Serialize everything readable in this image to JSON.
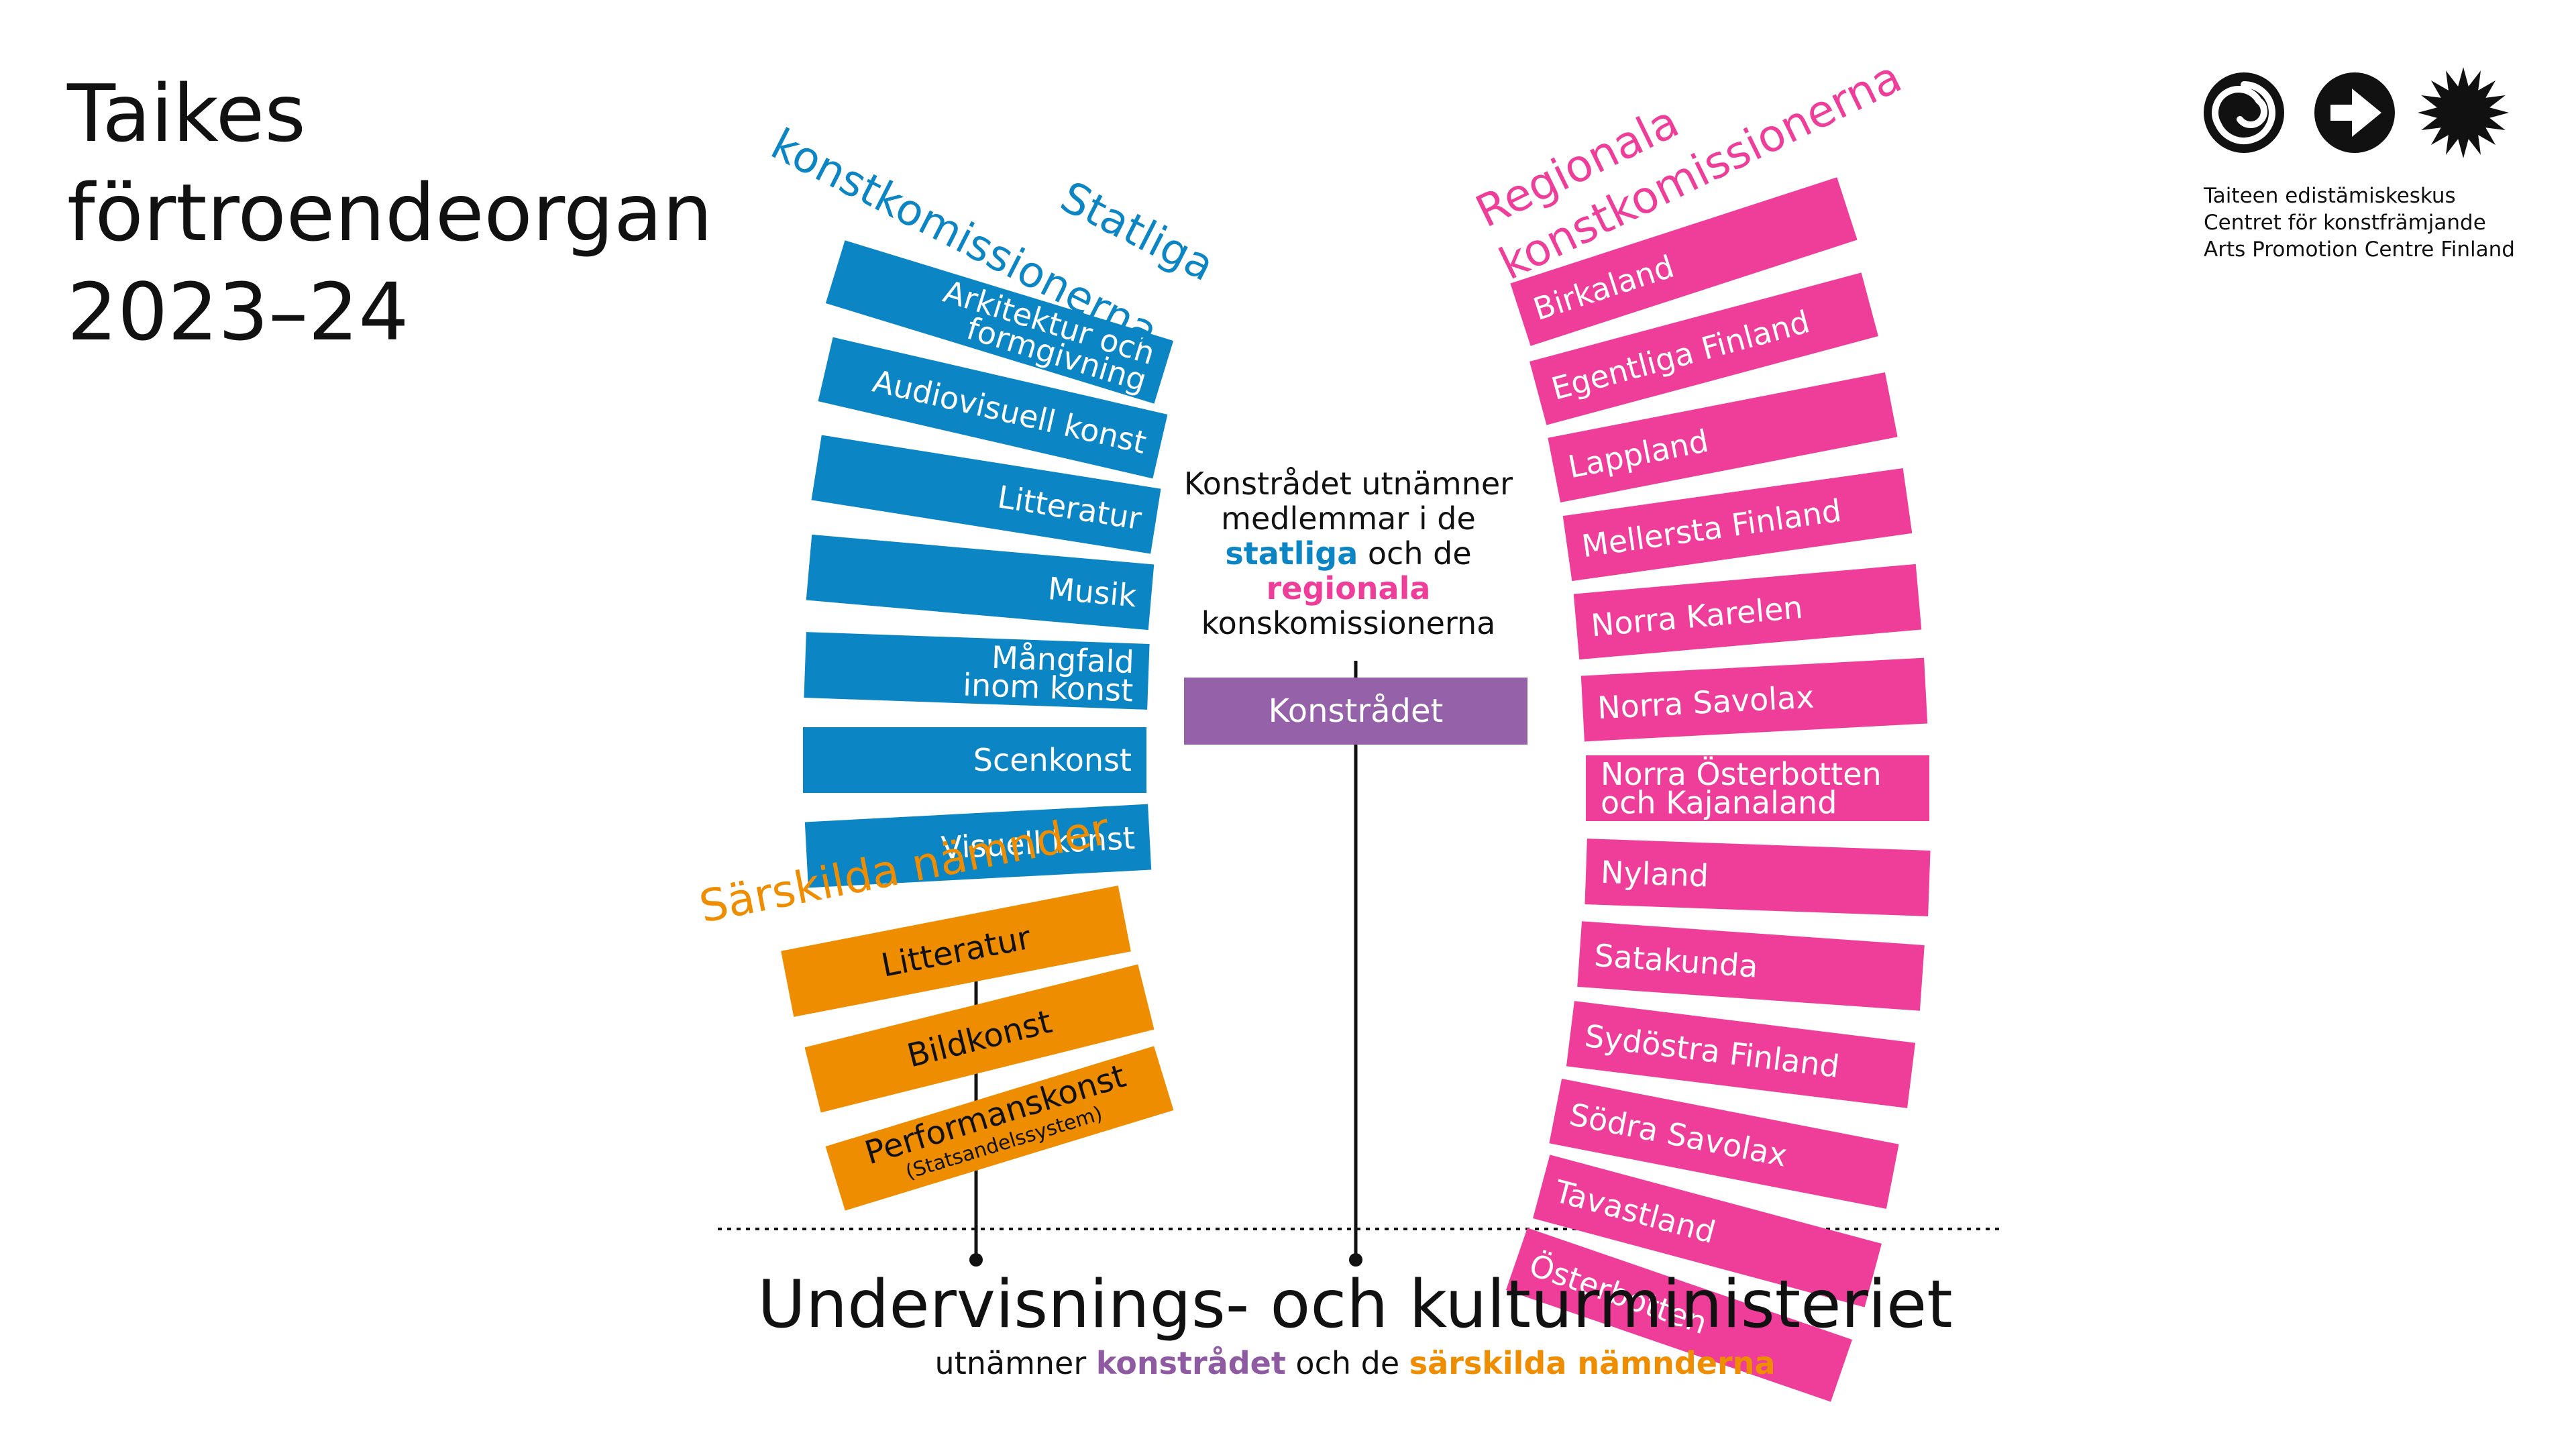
{
  "title": {
    "line1": "Taikes",
    "line2": "förtroendeorgan",
    "line3": "2023–24"
  },
  "logo": {
    "icons": [
      "spiral-icon",
      "arrow-circle-icon",
      "sun-icon"
    ],
    "line1": "Taiteen edistämiskeskus",
    "line2": "Centret för konstfrämjande",
    "line3": "Arts Promotion Centre Finland"
  },
  "statliga": {
    "heading1": "Statliga",
    "heading2": "konstkomissionerna",
    "items": [
      [
        "Arkitektur och",
        "formgivning"
      ],
      [
        "Audiovisuell konst"
      ],
      [
        "Litteratur"
      ],
      [
        "Musik"
      ],
      [
        "Mångfald",
        "inom konst"
      ],
      [
        "Scenkonst"
      ],
      [
        "Visuell konst"
      ]
    ]
  },
  "sarskilda": {
    "heading": "Särskilda nämnder",
    "items": [
      [
        "Litteratur"
      ],
      [
        "Bildkonst"
      ],
      [
        "Performanskonst",
        "(Statsandelssystem)"
      ]
    ]
  },
  "regionala": {
    "heading1": "Regionala",
    "heading2": "konstkomissionerna",
    "items": [
      [
        "Birkaland"
      ],
      [
        "Egentliga Finland"
      ],
      [
        "Lappland"
      ],
      [
        "Mellersta Finland"
      ],
      [
        "Norra Karelen"
      ],
      [
        "Norra Savolax"
      ],
      [
        "Norra Österbotten",
        "och Kajanaland"
      ],
      [
        "Nyland"
      ],
      [
        "Satakunda"
      ],
      [
        "Sydöstra Finland"
      ],
      [
        "Södra Savolax"
      ],
      [
        "Tavastland"
      ],
      [
        "Österbotten"
      ]
    ]
  },
  "konstradet": {
    "desc_line1": "Konstrådet utnämner",
    "desc_line2": "medlemmar i de",
    "desc_blue": "statliga",
    "desc_mid": " och de",
    "desc_pink": "regionala",
    "desc_line5": "konskomissionerna",
    "box_label": "Konstrådet"
  },
  "ministry": {
    "name": "Undervisnings- och kulturministeriet",
    "sub_pre": "utnämner ",
    "sub_purple": "konstrådet",
    "sub_mid": " och de ",
    "sub_orange": "särskilda nämnderna"
  },
  "colors": {
    "blue": "#0b85c3",
    "pink": "#ee3e9a",
    "orange": "#ef8d00",
    "purple": "#9561a8",
    "text": "#111111"
  }
}
